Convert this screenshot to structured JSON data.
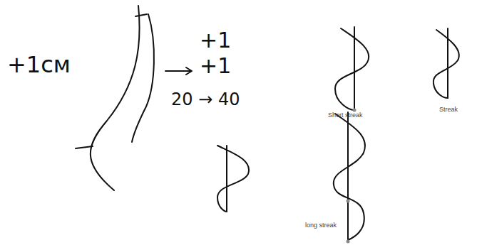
{
  "diagram": {
    "labels": [
      "+1см",
      "+1",
      "+1",
      "20 → 40",
      "Short streak",
      "Streak",
      "long streak"
    ]
  }
}
